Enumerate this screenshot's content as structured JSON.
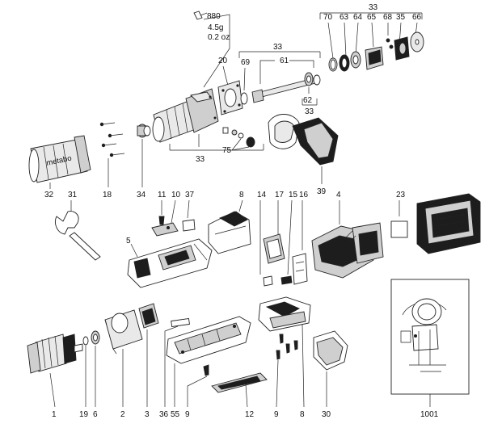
{
  "labels": {
    "l880": "880",
    "weight_g": "4.5g",
    "weight_oz": "0.2 oz",
    "l33_top": "33",
    "l70": "70",
    "l63": "63",
    "l64": "64",
    "l65": "65",
    "l68": "68",
    "l35": "35",
    "l66": "66",
    "l20": "20",
    "l33_mid": "33",
    "l69": "69",
    "l61": "61",
    "l62": "62",
    "l33_small": "33",
    "l75": "75",
    "l33_lower": "33",
    "l32": "32",
    "l31": "31",
    "l18": "18",
    "l34": "34",
    "l11": "11",
    "l10": "10",
    "l37": "37",
    "l8_top": "8",
    "l14": "14",
    "l17": "17",
    "l15": "15",
    "l16": "16",
    "l4": "4",
    "l39": "39",
    "l23": "23",
    "l5": "5",
    "l1": "1",
    "l19": "19",
    "l6": "6",
    "l2": "2",
    "l3": "3",
    "l36": "36",
    "l9_left": "9",
    "l55": "55",
    "l12": "12",
    "l9_right": "9",
    "l8_bottom": "8",
    "l30": "30",
    "l1001": "1001",
    "brand_text": "metabo"
  }
}
